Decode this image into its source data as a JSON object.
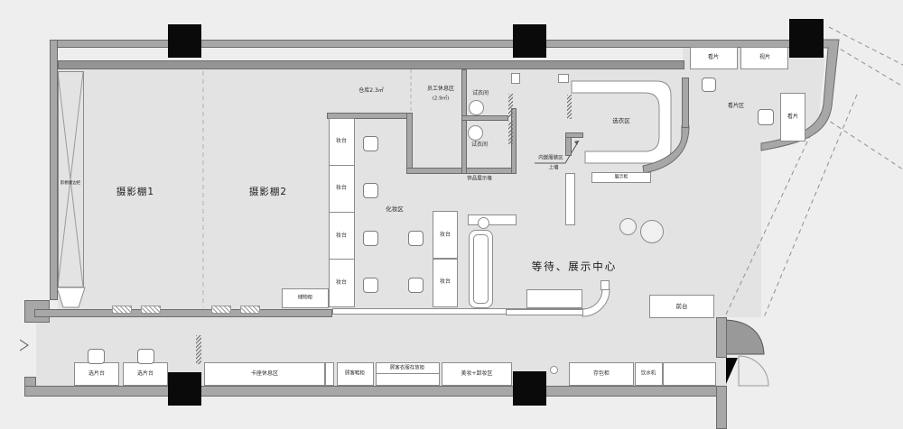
{
  "labels": {
    "studio_side_cabinet": "影棚储边柜",
    "studio1": "摄影棚1",
    "studio2": "摄影棚2",
    "warehouse": "仓库2.3㎡",
    "staff_rest": "员工休息区",
    "staff_rest_area": "(2.9㎡)",
    "fitting_room": "试衣间",
    "accessories_wall": "饰品展示墙",
    "makeup_area": "化妆区",
    "makeup_table": "妆台",
    "storage_cabinet": "储物柜",
    "clothes_selection": "选衣区",
    "embedded_clothes": "内嵌服装区",
    "on_wall": "上墙",
    "display_cabinet": "展示柜",
    "view_film": "看片",
    "screen_film": "视片",
    "view_film_area": "看片区",
    "waiting_center": "等待、展示中心",
    "front_desk": "前台",
    "film_select_table": "选片台",
    "booth_rest_area": "卡座休息区",
    "shoe_cabinet": "顾客鞋柜",
    "clothes_storage": "顾客衣服存放柜",
    "beauty_area": "美妆+卸妆区",
    "bag_locker": "存包柜",
    "water_dispenser": "饮水机"
  },
  "colors": {
    "background": "#eeeeee",
    "floor": "#e3e3e3",
    "wall": "#a7a7a7",
    "wall_outline": "#6b6b6b",
    "furniture": "#ffffff",
    "column": "#0a0a0a",
    "text": "#2a2a2a"
  }
}
